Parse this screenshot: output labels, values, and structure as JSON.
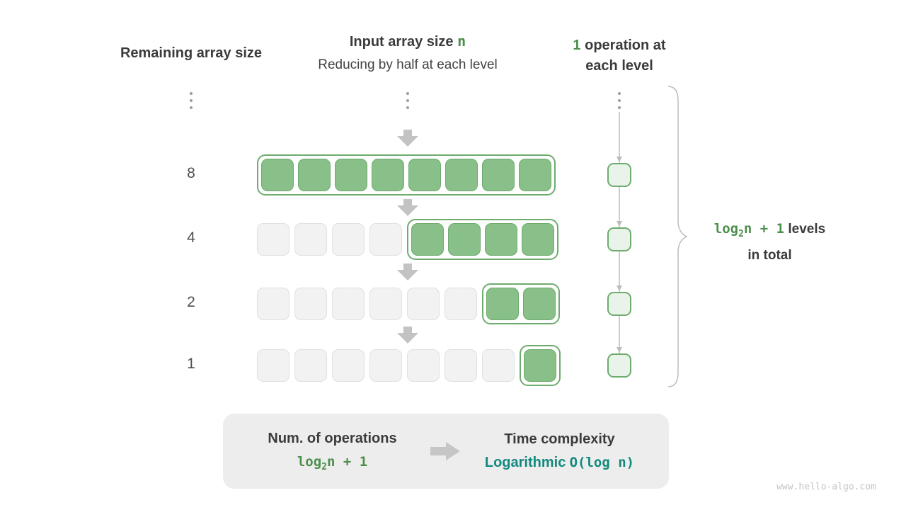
{
  "headers": {
    "left": "Remaining array size",
    "center_title_prefix": "Input array size ",
    "center_title_var": "n",
    "center_subtitle": "Reducing by half at each level",
    "right_num": "1",
    "right_line1_rest": " operation at",
    "right_line2": "each level"
  },
  "rows": [
    {
      "label": "8",
      "gray": 0,
      "green": 8
    },
    {
      "label": "4",
      "gray": 4,
      "green": 4
    },
    {
      "label": "2",
      "gray": 6,
      "green": 2
    },
    {
      "label": "1",
      "gray": 7,
      "green": 1
    }
  ],
  "side_note": {
    "formula_prefix": "log",
    "formula_sub": "2",
    "formula_suffix": "n + 1",
    "line1_rest": " levels",
    "line2": "in total"
  },
  "summary": {
    "ops_label": "Num. of operations",
    "ops_formula_prefix": "log",
    "ops_formula_sub": "2",
    "ops_formula_suffix": "n + 1",
    "tc_label": "Time complexity",
    "tc_name": "Logarithmic",
    "tc_formula": "O(log n)"
  },
  "watermark": "www.hello-algo.com",
  "colors": {
    "green_fill": "#89BF89",
    "green_border": "#6EAC6E",
    "green_text": "#4D8F4D",
    "teal_text": "#12897E",
    "gray_fill": "#F2F2F2",
    "gray_border": "#E0E0E0",
    "light_green_fill": "#E9F3E9",
    "arrow_gray": "#C3C3C3",
    "box_bg": "#EDEDED"
  }
}
